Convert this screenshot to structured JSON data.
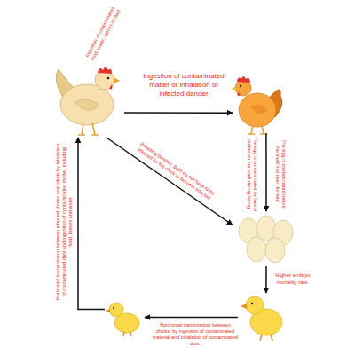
{
  "diagram": {
    "nodes": [
      {
        "text": []
      },
      {
        "text": []
      },
      {
        "text": []
      },
      {
        "text": []
      },
      {
        "text": []
      }
    ],
    "edges": [
      {
        "from": 0,
        "to": 1,
        "arrow": "to",
        "label": "Ingestion of contaminated matter or inhalation of infected dander"
      },
      {
        "from": 0,
        "to": 2,
        "arrow": "to",
        "label": "Breeding parents: Both do not have to be infected for the chick to become infected"
      },
      {
        "from": 1,
        "to": 2,
        "arrow": "to",
        "label": "The egg is contaminated by faecal matter on the shell during laying"
      },
      {
        "from": 2,
        "to": 3,
        "arrow": "to",
        "label": "Higher embryo mortality rate."
      },
      {
        "from": 3,
        "to": 4,
        "arrow": "to",
        "label": "Horizontal transmission between chicks, by ingestion of contaminated material and inhalation of contaminated dust."
      },
      {
        "from": 4,
        "to": 0,
        "arrow": "to",
        "label": "Horizontal transmission between infected chicks and adults by inhalation of contaminated dust and ingestion of contaminated matter, including food, faeces and water"
      }
    ],
    "labels": [
      "Ingestion of contaminated food, water, faeces or dust",
      "The egg is contaminated before the shell has been formed"
    ]
  }
}
